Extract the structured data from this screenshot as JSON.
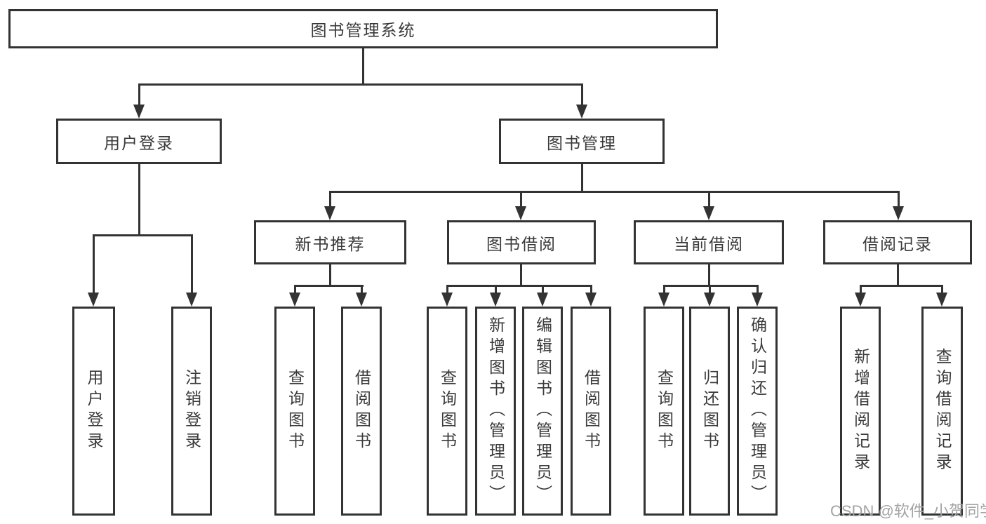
{
  "title": "图书管理系统",
  "tree": {
    "root": {
      "label": "图书管理系统"
    },
    "branches": [
      {
        "label": "用户登录",
        "children": [
          {
            "label": "用户登录"
          },
          {
            "label": "注销登录"
          }
        ]
      },
      {
        "label": "图书管理",
        "groups": [
          {
            "label": "新书推荐",
            "children": [
              {
                "label": "查询图书"
              },
              {
                "label": "借阅图书"
              }
            ]
          },
          {
            "label": "图书借阅",
            "children": [
              {
                "label": "查询图书"
              },
              {
                "label": "新增图书（管理员）"
              },
              {
                "label": "编辑图书（管理员）"
              },
              {
                "label": "借阅图书"
              }
            ]
          },
          {
            "label": "当前借阅",
            "children": [
              {
                "label": "查询图书"
              },
              {
                "label": "归还图书"
              },
              {
                "label": "确认归还（管理员）"
              }
            ]
          },
          {
            "label": "借阅记录",
            "children": [
              {
                "label": "新增借阅记录"
              },
              {
                "label": "查询借阅记录"
              }
            ]
          }
        ]
      }
    ]
  },
  "watermark": {
    "text": "CSDN @软件_小贺同学"
  },
  "colors": {
    "line": "#333333",
    "text": "#3a3a3a",
    "watermark": "#a3a3a3",
    "background": "#ffffff"
  }
}
